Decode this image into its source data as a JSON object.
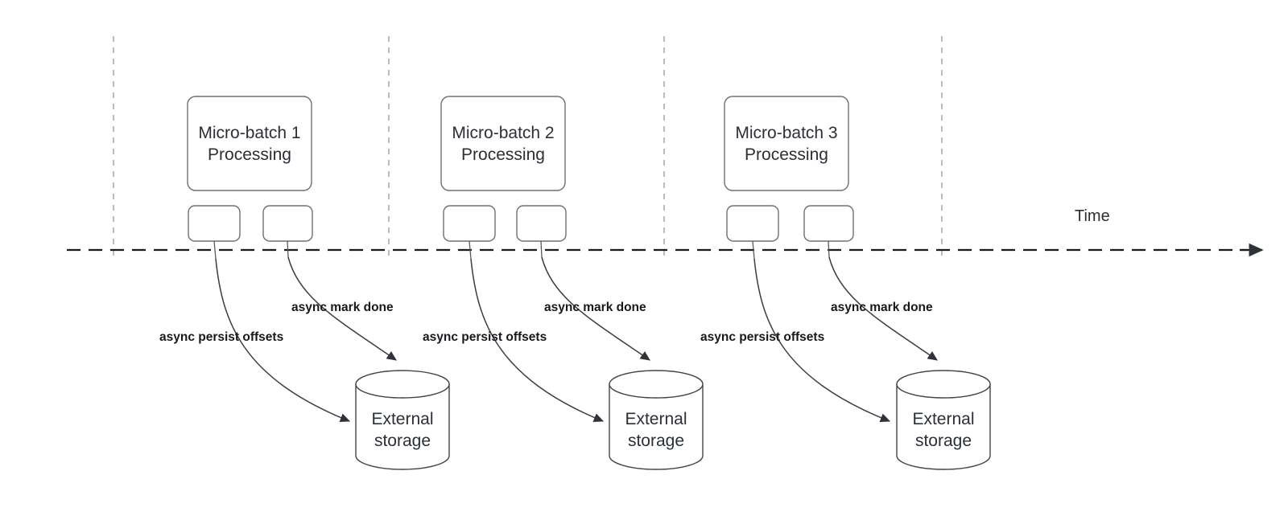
{
  "diagram": {
    "title_axis_label": "Time",
    "groups": [
      {
        "id": "micro-batch-1",
        "process_label_line1": "Micro-batch 1",
        "process_label_line2": "Processing",
        "storage_label_line1": "External",
        "storage_label_line2": "storage",
        "persist_label": "async persist offsets",
        "mark_done_label": "async mark done"
      },
      {
        "id": "micro-batch-2",
        "process_label_line1": "Micro-batch 2",
        "process_label_line2": "Processing",
        "storage_label_line1": "External",
        "storage_label_line2": "storage",
        "persist_label": "async persist offsets",
        "mark_done_label": "async mark done"
      },
      {
        "id": "micro-batch-3",
        "process_label_line1": "Micro-batch 3",
        "process_label_line2": "Processing",
        "storage_label_line1": "External",
        "storage_label_line2": "storage",
        "persist_label": "async persist offsets",
        "mark_done_label": "async mark done"
      }
    ],
    "colors": {
      "background": "#ffffff",
      "box_stroke": "#6b7076",
      "cylinder_stroke": "#40454b",
      "timeline_stroke": "#16191d",
      "tick_stroke": "#a9acb1",
      "text": "#2b2f36",
      "edge_label_text": "#16191d"
    }
  }
}
